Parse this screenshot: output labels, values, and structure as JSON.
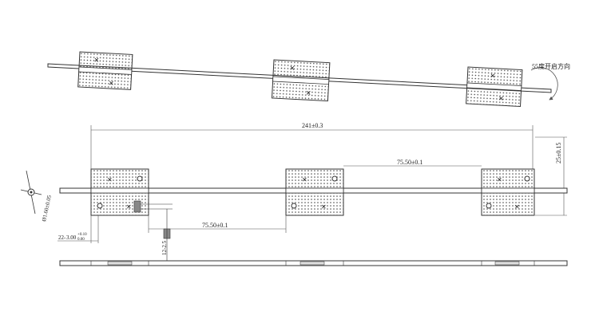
{
  "annotations": {
    "opening_direction": "55度开启方向",
    "overall_length": "241±0.3",
    "hinge_spacing_upper": "75.50±0.1",
    "hinge_spacing_lower": "75.50±0.1",
    "height": "25±0.15",
    "pin_diameter": "Ø1.60±0.05",
    "offset": "3.00",
    "offset_tol_plus": "+0.10",
    "offset_tol_minus": "0.00",
    "offset_prefix": "22-",
    "small_dim": "12-2.5"
  },
  "colors": {
    "line": "#333333",
    "dim": "#555555",
    "background": "#ffffff"
  }
}
